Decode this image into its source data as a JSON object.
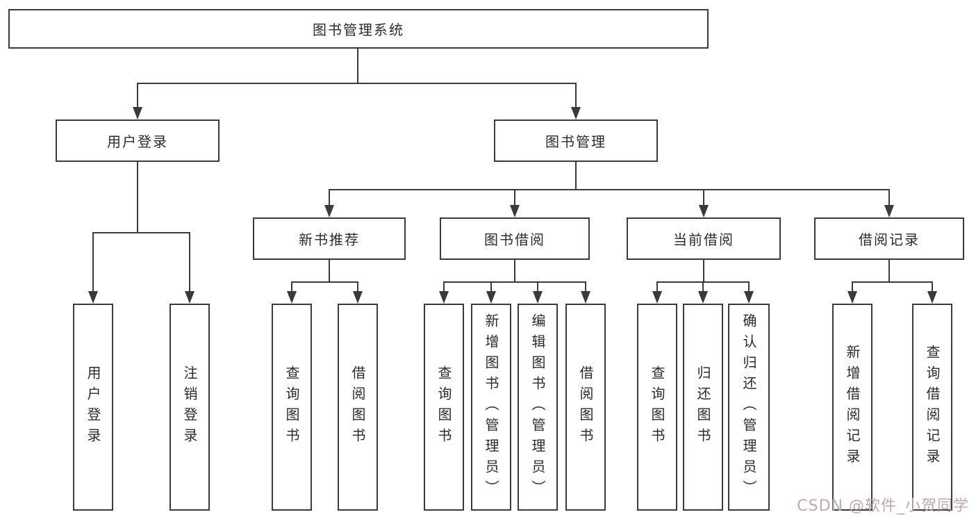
{
  "theme": {
    "line_color": "#3a3a3a",
    "text_color": "#2b2b2b",
    "background_color": "#ffffff"
  },
  "tree": {
    "root": {
      "label": "图书管理系统",
      "children": [
        {
          "label": "用户登录",
          "children": [
            {
              "label": "用户登录"
            },
            {
              "label": "注销登录"
            }
          ]
        },
        {
          "label": "图书管理",
          "children": [
            {
              "label": "新书推荐",
              "children": [
                {
                  "label": "查询图书"
                },
                {
                  "label": "借阅图书"
                }
              ]
            },
            {
              "label": "图书借阅",
              "children": [
                {
                  "label": "查询图书"
                },
                {
                  "label": "新增图书（管理员）"
                },
                {
                  "label": "编辑图书（管理员）"
                },
                {
                  "label": "借阅图书"
                }
              ]
            },
            {
              "label": "当前借阅",
              "children": [
                {
                  "label": "查询图书"
                },
                {
                  "label": "归还图书"
                },
                {
                  "label": "确认归还（管理员）"
                }
              ]
            },
            {
              "label": "借阅记录",
              "children": [
                {
                  "label": "新增借阅记录"
                },
                {
                  "label": "查询借阅记录"
                }
              ]
            }
          ]
        }
      ]
    }
  },
  "watermark": {
    "text": "CSDN @软件_小贺同学",
    "color": "#bda9a9"
  }
}
